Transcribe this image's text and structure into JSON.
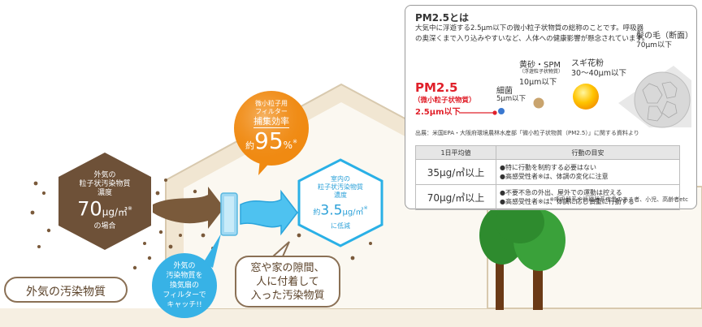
{
  "outdoor_hex": {
    "line1": "外気の",
    "line2": "粒子状汚染物質",
    "line3": "濃度",
    "value": "70",
    "unit": "μg/㎥",
    "note": "※",
    "suffix": "の場合"
  },
  "outdoor_label": "外気の汚染物質",
  "filter_bubble": {
    "line1": "微小粒子用",
    "line2": "フィルター",
    "line3": "捕集効率",
    "prefix": "約",
    "value": "95",
    "unit": "%",
    "note": "※"
  },
  "indoor_hex": {
    "line1": "室内の",
    "line2": "粒子状汚染物質",
    "line3": "濃度",
    "prefix": "約",
    "value": "3.5",
    "unit": "μg/㎥",
    "note": "※",
    "suffix": "に低減"
  },
  "catch_bubble": {
    "line1": "外気の",
    "line2": "汚染物質を",
    "line3": "換気扇の",
    "line4": "フィルターで",
    "line5": "キャッチ!!"
  },
  "gap_label": {
    "line1": "窓や家の隙間、",
    "line2": "人に付着して",
    "line3": "入った汚染物質"
  },
  "info": {
    "title": "PM2.5とは",
    "desc1": "大気中に浮遊する2.5μm以下の微小粒子状物質の総称のことです。呼吸器",
    "desc2": "の奥深くまで入り込みやすいなど、人体への健康影響が懸念されています。",
    "pm_title": "PM2.5",
    "pm_sub": "（微小粒子状物質）",
    "pm_size": "2.5μm以下",
    "bacteria_name": "細菌",
    "bacteria_size": "5μm以下",
    "sand_name": "黄砂・SPM",
    "sand_sub": "（浮遊粒子状物質）",
    "sand_size": "10μm以下",
    "pollen_name": "スギ花粉",
    "pollen_size": "30〜40μm以下",
    "hair_name": "髪の毛（断面）",
    "hair_size": "70μm以下",
    "source": "出展：米国EPA・大阪府環境農林水産部「微小粒子状物質（PM2.5）」に関する資料より",
    "table": {
      "header_value": "1日平均値",
      "header_action": "行動の目安",
      "rows": [
        {
          "value": "35μg/㎥以上",
          "actions": [
            "●特に行動を制約する必要はない",
            "●高感受性者※は、体調の変化に注意"
          ]
        },
        {
          "value": "70μg/㎥以上",
          "actions": [
            "●不要不急の外出、屋外での運動は控える",
            "●高感受性者※は、体調に応じ慎重に行動する"
          ]
        }
      ]
    },
    "footnote": "※呼吸器系や循環器系疾患のある者、小児、高齢者etc"
  },
  "colors": {
    "hex_brown": "#6e5138",
    "bubble_orange": "#f08a12",
    "hex_blue_border": "#2ab0e6",
    "bubble_blue": "#37b2e6",
    "label_border": "#8a7055",
    "pm_red": "#e0202a",
    "house_wall": "#f8f3e8",
    "house_roof": "#e8ddca",
    "tree_green": "#2e8b2e",
    "trunk": "#6b3a16"
  },
  "icons": [
    "arrow-brown-icon",
    "arrow-blue-icon",
    "vent-filter-icon",
    "tree-icon",
    "particle-icon"
  ]
}
